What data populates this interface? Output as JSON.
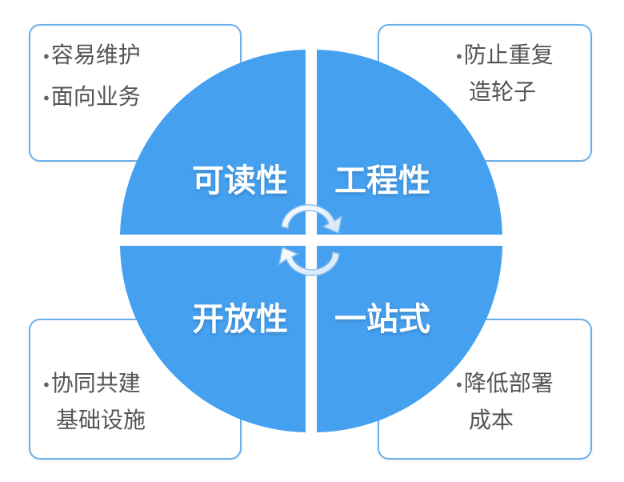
{
  "quadrants": {
    "top_left": "可读性",
    "top_right": "工程性",
    "bottom_left": "开放性",
    "bottom_right": "一站式"
  },
  "cards": {
    "top_left": {
      "bullet_1": "容易维护",
      "bullet_2": "面向业务"
    },
    "top_right": {
      "line_1": "防止重复",
      "line_2": "造轮子"
    },
    "bottom_left": {
      "line_1": "协同共建",
      "line_2": "基础设施"
    },
    "bottom_right": {
      "line_1": "降低部署",
      "line_2": "成本"
    }
  },
  "bullet_glyph": "•",
  "colors": {
    "quadrant_fill": "#45a0f0",
    "card_border": "#6ab0ea",
    "text": "#555555"
  },
  "icons": {
    "center": "cycle-arrows-icon"
  }
}
